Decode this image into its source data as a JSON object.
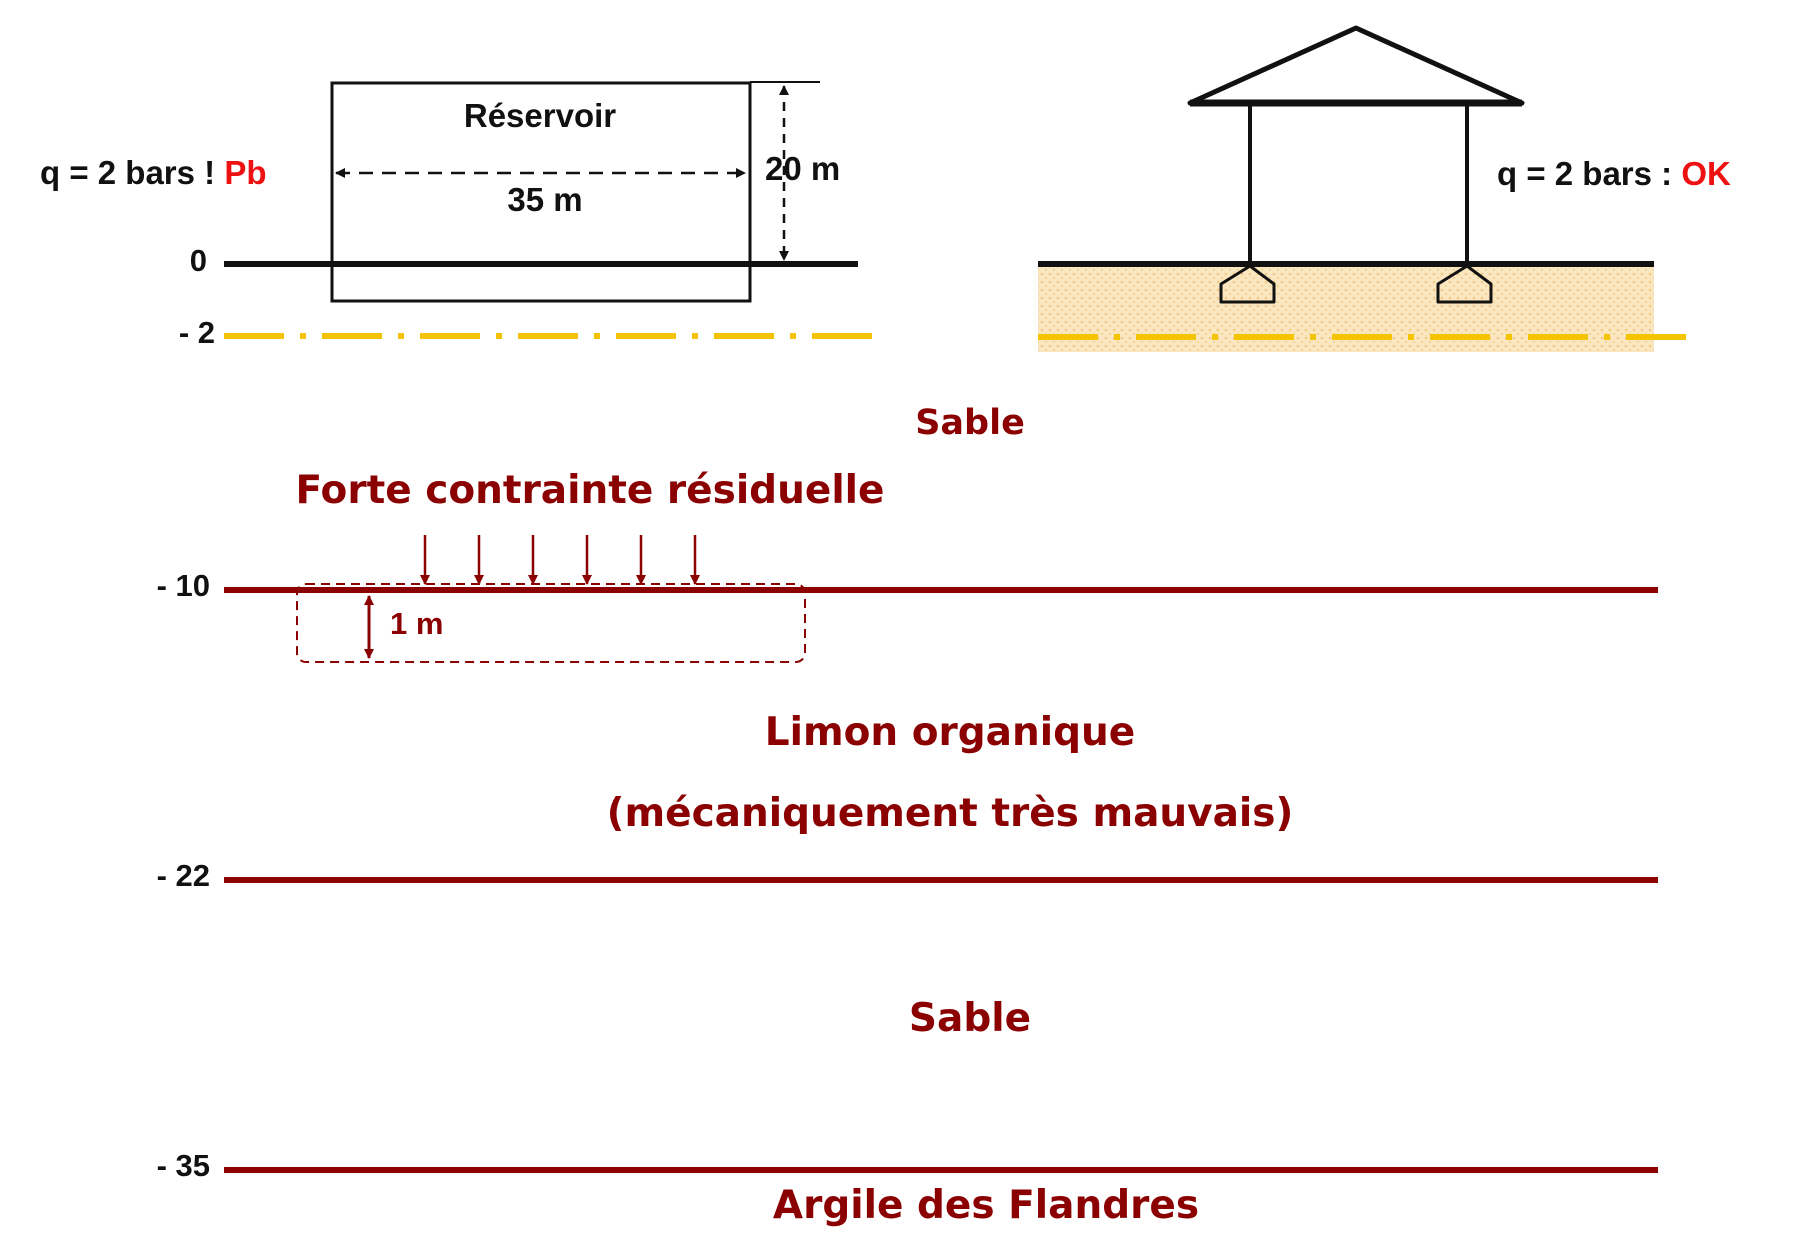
{
  "colors": {
    "soil_text": "#8b0000",
    "layer_line": "#8b0000",
    "water_table": "#f5c400",
    "sand_fill": "#fbe7bf",
    "highlight": "#ee1111",
    "ink": "#111111"
  },
  "left_panel": {
    "load_label": "q = 2 bars !",
    "load_verdict": "Pb",
    "tank_label": "Réservoir",
    "width_label": "35 m",
    "height_label": "20 m"
  },
  "right_panel": {
    "load_label": "q = 2 bars :",
    "load_verdict": "OK",
    "icon": "house-on-footings-icon"
  },
  "depths": {
    "d0": "0",
    "d2": "- 2",
    "d10": "- 10",
    "d22": "- 22",
    "d35": "- 35"
  },
  "layers": {
    "sand_top": "Sable",
    "stress_title": "Forte contrainte résiduelle",
    "stress_thickness": "1 m",
    "limon_name": "Limon organique",
    "limon_note": "(mécaniquement très mauvais)",
    "sand_bottom": "Sable",
    "clay": "Argile des Flandres"
  }
}
